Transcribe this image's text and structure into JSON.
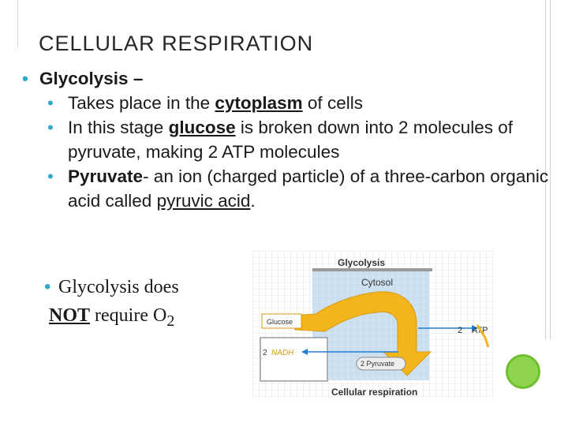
{
  "slide": {
    "title": "CELLULAR RESPIRATION",
    "bullet_glyph": "•",
    "main_bullet": "Glycolysis –",
    "sub1": {
      "pre": "Takes place in the ",
      "u": "cytoplasm",
      "post": " of cells"
    },
    "sub2": {
      "pre": "In this stage ",
      "u": "glucose",
      "post": " is broken down into 2 molecules of pyruvate, making 2 ATP molecules"
    },
    "sub3": {
      "b": "Pyruvate",
      "text": "- an ion (charged particle) of a three-carbon organic acid called ",
      "u": "pyruvic acid",
      "end": "."
    },
    "note": {
      "line1": "Glycolysis does",
      "not": "NOT",
      "rest": " require O",
      "sub": "2"
    }
  },
  "diagram": {
    "title": "Glycolysis",
    "cytosol": "Cytosol",
    "glucose": "Glucose",
    "atp_count": "2",
    "atp": "ATP",
    "nadh_count": "2",
    "nadh": "NADH",
    "pyruvate": "2 Pyruvate",
    "bottom": "Cellular respiration",
    "colors": {
      "arrow": "#f2b51c",
      "arrow_edge": "#d99a12",
      "blue": "#1f7fd6",
      "panel": "#c9dff0",
      "grid": "#e9e9e9"
    }
  }
}
